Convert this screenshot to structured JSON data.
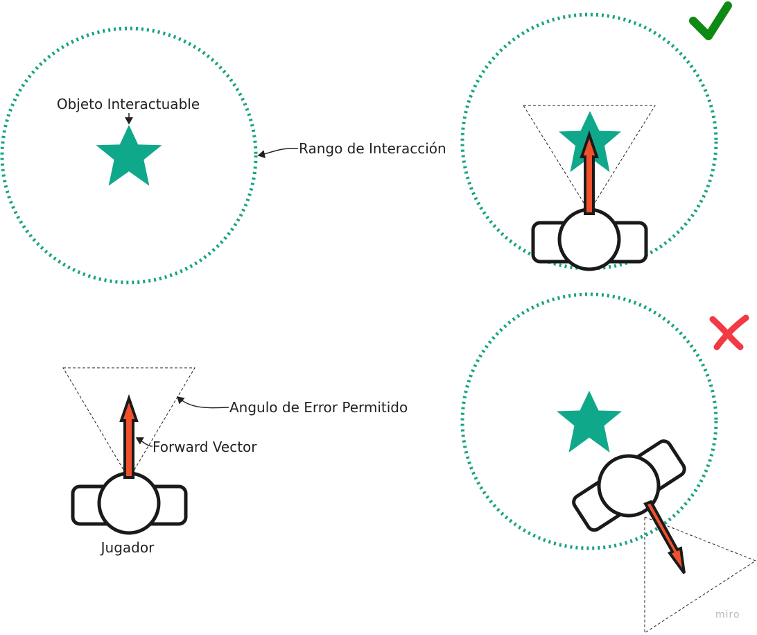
{
  "labels": {
    "interactable_object": "Objeto Interactuable",
    "interaction_range": "Rango de Interacción",
    "allowed_error_angle": "Angulo de Error Permitido",
    "forward_vector": "Forward Vector",
    "player": "Jugador"
  },
  "watermark": "miro",
  "colors": {
    "range_circle": "#17a382",
    "star": "#0fa88a",
    "arrow_fill": "#f0512c",
    "outline": "#1a1a1a",
    "check": "#0e8a14",
    "cross": "#f23a45",
    "cone": "#222222"
  },
  "icons": {
    "success": "check-icon",
    "failure": "cross-icon",
    "object": "star-icon"
  }
}
